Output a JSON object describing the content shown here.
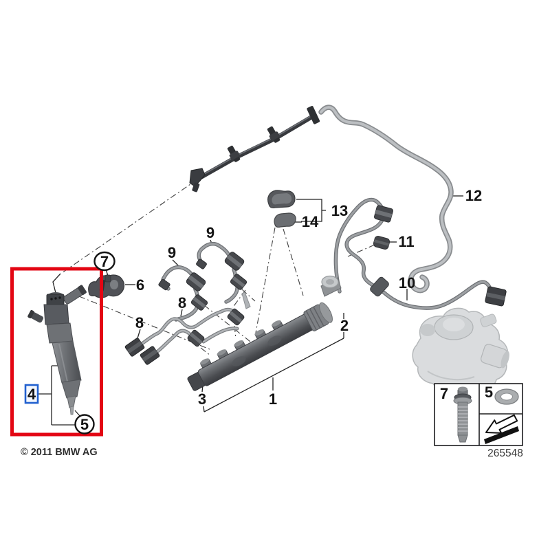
{
  "diagram": {
    "copyright": "© 2011 BMW AG",
    "part_number": "265548",
    "highlight_box_color": "#e30613",
    "selected_callout_color": "#2160cf",
    "callouts": {
      "c1": "1",
      "c2": "2",
      "c3": "3",
      "c4": "4",
      "c5": "5",
      "c6": "6",
      "c7": "7",
      "c8a": "8",
      "c8b": "8",
      "c9a": "9",
      "c9b": "9",
      "c10": "10",
      "c11": "11",
      "c12": "12",
      "c13": "13",
      "c14": "14"
    },
    "legend": {
      "bolt_label": "7",
      "washer_label": "5"
    }
  }
}
